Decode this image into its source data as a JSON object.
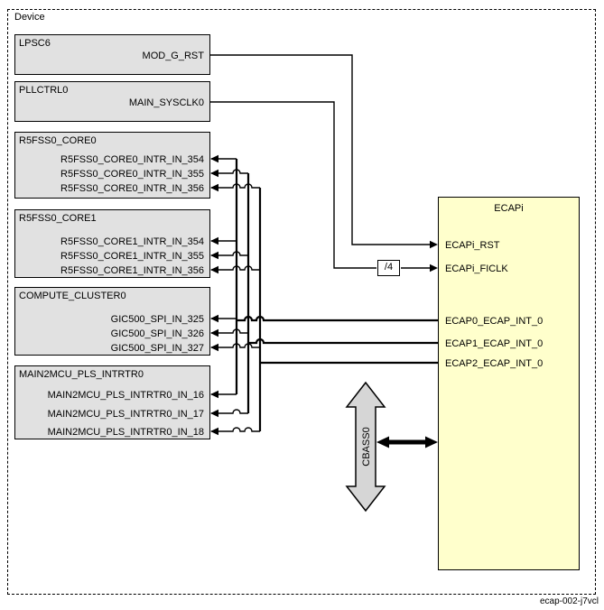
{
  "device_label": "Device",
  "caption": "ecap-002-j7vcl",
  "colors": {
    "block_fill": "#e1e1e1",
    "block_border": "#000000",
    "ecap_fill": "#ffffcc",
    "bus_fill": "#d6d6d6",
    "wire": "#000000"
  },
  "blocks": [
    {
      "title": "LPSC6",
      "signals": [
        "MOD_G_RST"
      ]
    },
    {
      "title": "PLLCTRL0",
      "signals": [
        "MAIN_SYSCLK0"
      ]
    },
    {
      "title": "R5FSS0_CORE0",
      "signals": [
        "R5FSS0_CORE0_INTR_IN_354",
        "R5FSS0_CORE0_INTR_IN_355",
        "R5FSS0_CORE0_INTR_IN_356"
      ]
    },
    {
      "title": "R5FSS0_CORE1",
      "signals": [
        "R5FSS0_CORE1_INTR_IN_354",
        "R5FSS0_CORE1_INTR_IN_355",
        "R5FSS0_CORE1_INTR_IN_356"
      ]
    },
    {
      "title": "COMPUTE_CLUSTER0",
      "signals": [
        "GIC500_SPI_IN_325",
        "GIC500_SPI_IN_326",
        "GIC500_SPI_IN_327"
      ]
    },
    {
      "title": "MAIN2MCU_PLS_INTRTR0",
      "signals": [
        "MAIN2MCU_PLS_INTRTR0_IN_16",
        "MAIN2MCU_PLS_INTRTR0_IN_17",
        "MAIN2MCU_PLS_INTRTR0_IN_18"
      ]
    }
  ],
  "ecap": {
    "title": "ECAPi",
    "ports": [
      "ECAPi_RST",
      "ECAPi_FICLK",
      "ECAP0_ECAP_INT_0",
      "ECAP1_ECAP_INT_0",
      "ECAP2_ECAP_INT_0"
    ]
  },
  "divider": {
    "label": "/4"
  },
  "bus": {
    "label": "CBASS0"
  }
}
